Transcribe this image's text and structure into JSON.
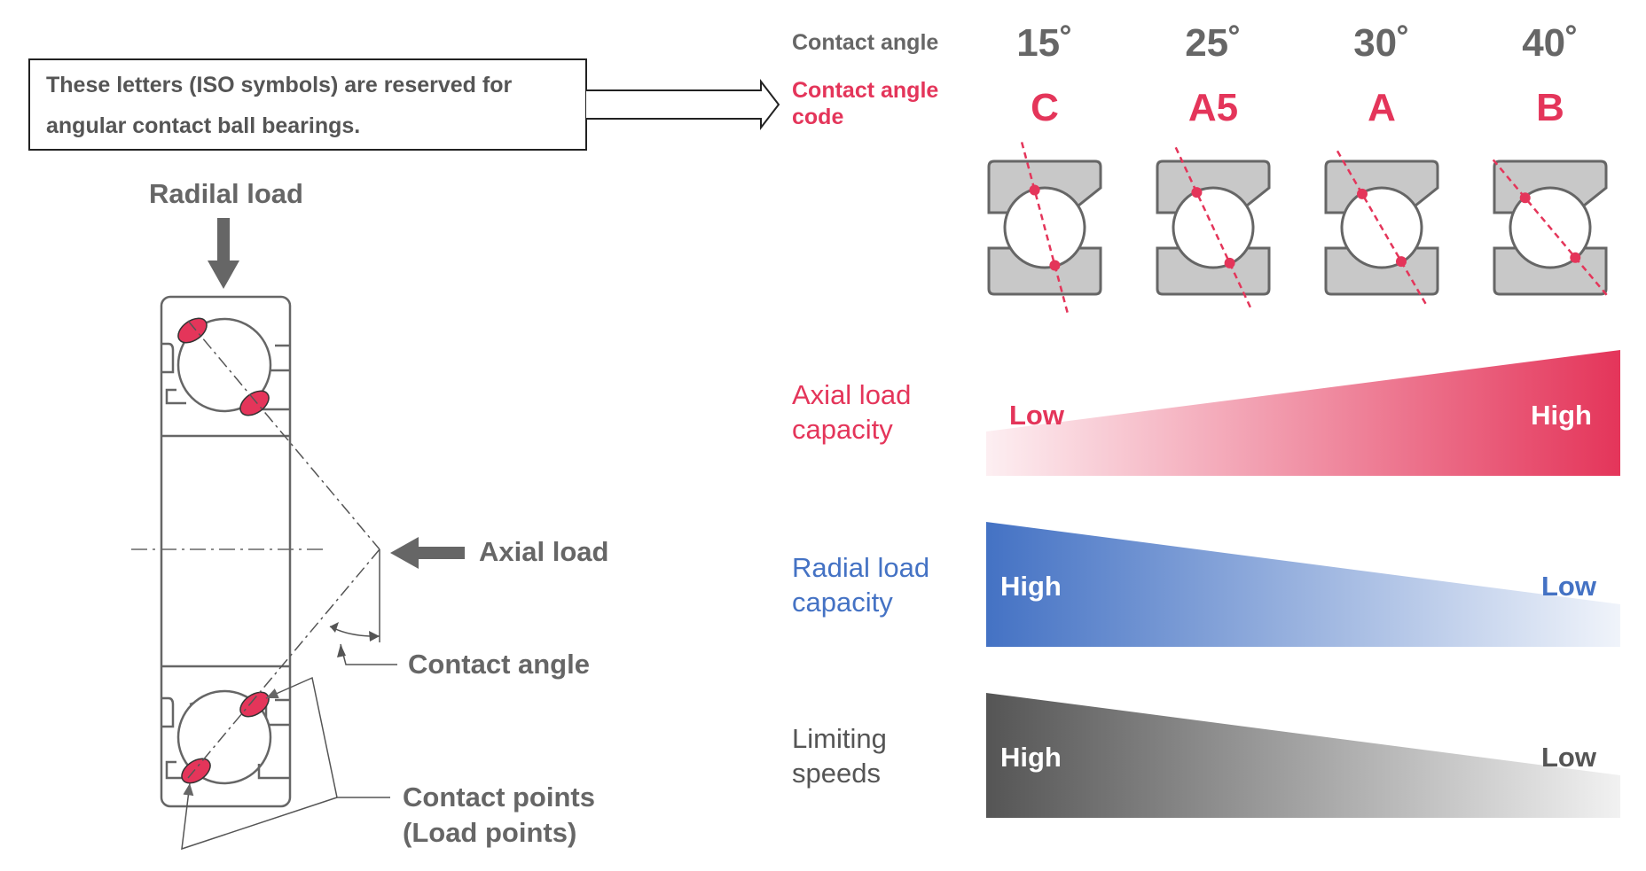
{
  "note": {
    "line1": "These letters (ISO symbols) are reserved for",
    "line2": "angular contact ball bearings."
  },
  "labels": {
    "radial_load": "Radilal load",
    "axial_load": "Axial load",
    "contact_angle": "Contact angle",
    "contact_points_line1": "Contact points",
    "contact_points_line2": "(Load points)"
  },
  "header": {
    "contact_angle": "Contact angle",
    "code_line1": "Contact angle",
    "code_line2": "code"
  },
  "columns": [
    {
      "angle": "15˚",
      "code": "C",
      "angle_deg": 15
    },
    {
      "angle": "25˚",
      "code": "A5",
      "angle_deg": 25
    },
    {
      "angle": "30˚",
      "code": "A",
      "angle_deg": 30
    },
    {
      "angle": "40˚",
      "code": "B",
      "angle_deg": 40
    }
  ],
  "bars": [
    {
      "label1": "Axial load",
      "label2": "capacity",
      "left": "Low",
      "right": "High",
      "trend": "increasing"
    },
    {
      "label1": "Radial load",
      "label2": "capacity",
      "left": "High",
      "right": "Low",
      "trend": "decreasing"
    },
    {
      "label1": "Limiting",
      "label2": "speeds",
      "left": "High",
      "right": "Low",
      "trend": "decreasing"
    }
  ],
  "colors": {
    "gray_text": "#666666",
    "red": "#e4355a",
    "blue": "#4472c4",
    "dark_gray": "#555555",
    "bearing_fill": "#c8c8c8",
    "bearing_stroke": "#666666"
  }
}
